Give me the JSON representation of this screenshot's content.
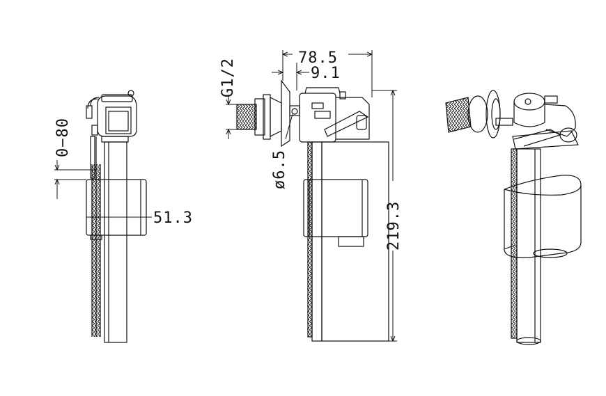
{
  "drawing": {
    "views": [
      "front-view",
      "side-view",
      "isometric-view"
    ],
    "dimensions": {
      "height_adjust": "0−80",
      "float_width": "51.3",
      "thread": "G1/2",
      "total_depth": "78.5",
      "offset": "9.1",
      "inlet_diameter": "ø6.5",
      "total_height": "219.3"
    }
  }
}
